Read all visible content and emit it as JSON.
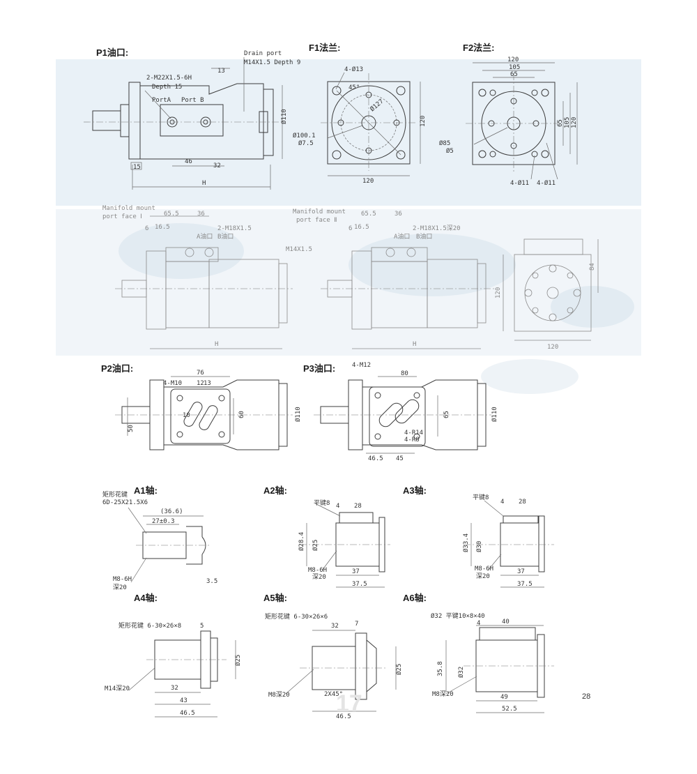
{
  "headings": {
    "p1": "P1油口:",
    "f1": "F1法兰:",
    "f2": "F2法兰:",
    "p2": "P2油口:",
    "p3": "P3油口:",
    "a1": "A1轴:",
    "a2": "A2轴:",
    "a3": "A3轴:",
    "a4": "A4轴:",
    "a5": "A5轴:",
    "a6": "A6轴:"
  },
  "p1": {
    "drain_port": "Drain port",
    "drain_spec": "M14X1.5 Depth 9",
    "port_thread": "2-M22X1.5-6H",
    "port_depth": "Depth 15",
    "port_a": "PortA",
    "port_b": "Port B",
    "d13": "13",
    "d15": "15",
    "d46": "46",
    "d32": "32",
    "dia110": "Ø110",
    "h": "H"
  },
  "f1": {
    "holes": "4-Ø13",
    "angle": "45°",
    "pcd": "Ø127",
    "pilot": "Ø100.1",
    "pilot_b": "Ø7.5",
    "width": "120",
    "height": "120"
  },
  "f2": {
    "w120": "120",
    "w105": "105",
    "w65": "65",
    "h65": "65",
    "h105": "105",
    "h120": "120",
    "pilot": "Ø85",
    "pilot_b": "Ø5",
    "holes_a": "4-Ø11",
    "holes_b": "4-Ø11"
  },
  "manifold": {
    "face_l1": "Manifold mount",
    "face_l2": "port face Ⅰ",
    "face_r1": "Manifold mount",
    "face_r2": "port face Ⅱ",
    "d65_5": "65.5",
    "d36": "36",
    "d6": "6",
    "d16_5": "16.5",
    "port_a": "A油口",
    "port_b": "B油口",
    "thread": "2-M18X1.5",
    "thread_r": "2-M18X1.5深20",
    "m14": "M14X1.5",
    "h": "H",
    "d120": "120",
    "d84": "84",
    "d120b": "120"
  },
  "p2": {
    "d76": "76",
    "holes": "4-M10",
    "d12": "12",
    "d13": "13",
    "d10": "10",
    "d60": "60",
    "d50": "50",
    "dia110": "Ø110"
  },
  "p3": {
    "holes": "4-M12",
    "d80": "80",
    "d65": "65",
    "r14": "4-R14",
    "r8": "4-R8",
    "d46_5": "46.5",
    "d45": "45",
    "dia110": "Ø110"
  },
  "a1": {
    "spline": "矩形花键",
    "spline_spec": "6D-25X21.5X6",
    "d36_6": "(36.6)",
    "d27": "27±0.3",
    "thread": "M8-6H",
    "depth": "深20",
    "d3_5": "3.5"
  },
  "a2": {
    "key": "平键8",
    "d4": "4",
    "d28": "28",
    "dia_a": "Ø28.4",
    "dia_b": "Ø25",
    "thread": "M8-6H",
    "depth": "深20",
    "d37": "37",
    "d37_5": "37.5"
  },
  "a3": {
    "key": "平键8",
    "d4": "4",
    "d28": "28",
    "dia_a": "Ø33.4",
    "dia_b": "Ø30",
    "thread": "M8-6H",
    "depth": "深20",
    "d37": "37",
    "d37_5": "37.5"
  },
  "a4": {
    "spline": "矩形花键 6-30×26×8",
    "d5": "5",
    "dia25": "Ø25",
    "thread": "M14深20",
    "d32": "32",
    "d43": "43",
    "d46_5": "46.5"
  },
  "a5": {
    "spline": "矩形花键 6-30×26×6",
    "d32": "32",
    "d7": "7",
    "dia25": "Ø25",
    "thread": "M8深20",
    "chamfer": "2X45°",
    "d46_5": "46.5"
  },
  "a6": {
    "spec": "Ø32 平键10×8×40",
    "d40": "40",
    "d4": "4",
    "dia_a": "35.8",
    "dia_b": "Ø32",
    "thread": "M8深20",
    "d49": "49",
    "d52_5": "52.5"
  },
  "page": {
    "left": "17",
    "right": "28"
  }
}
